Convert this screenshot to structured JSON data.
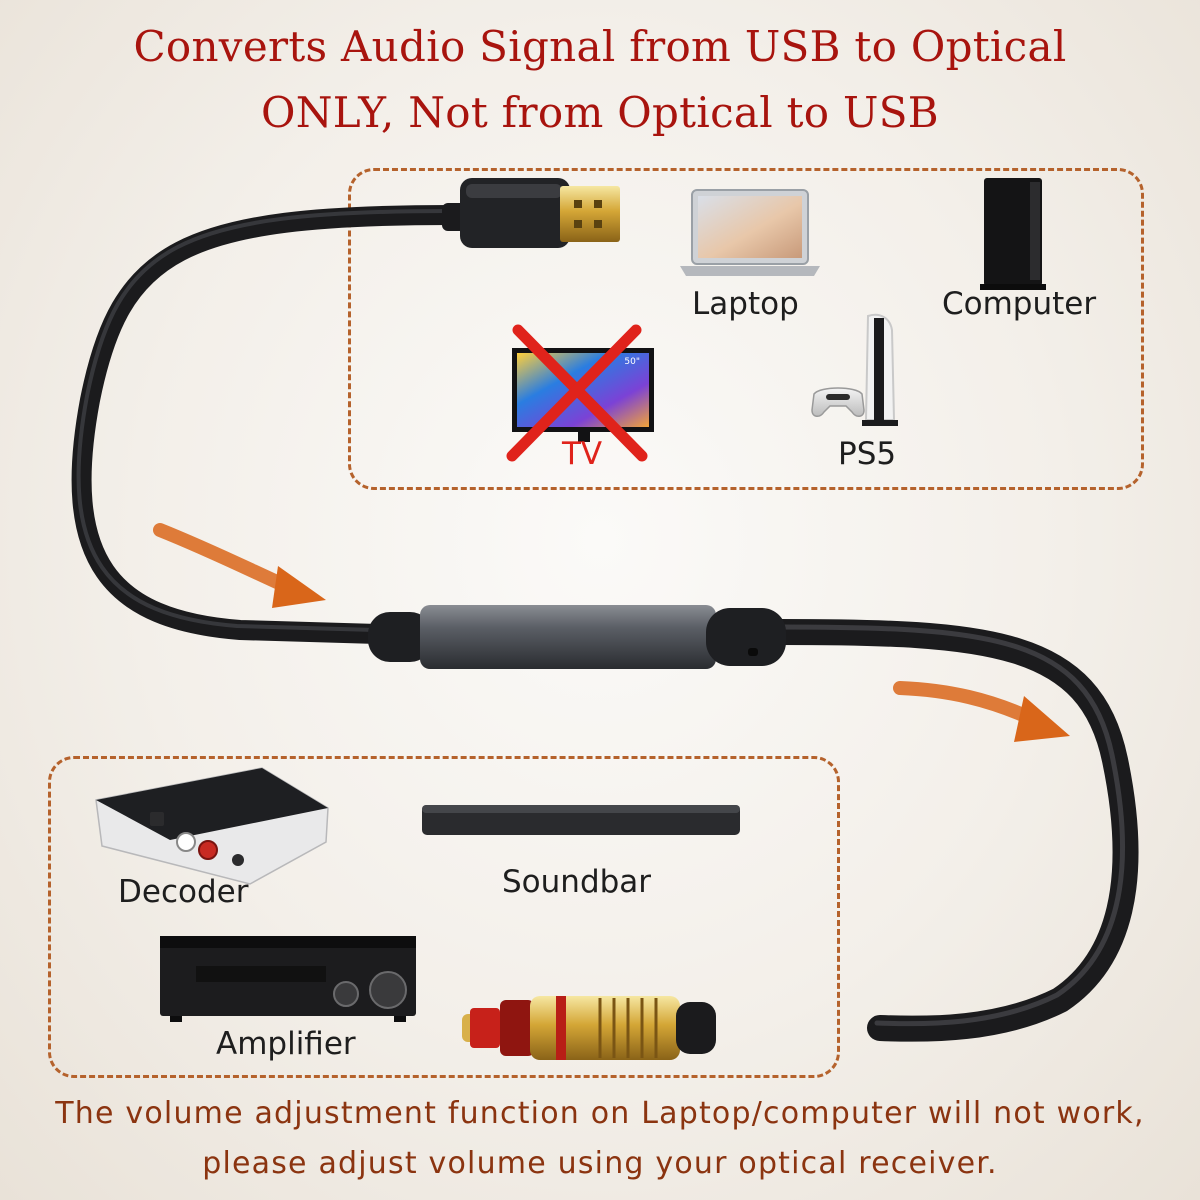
{
  "headline": {
    "line1": "Converts Audio Signal from USB to Optical",
    "line2": "ONLY, Not from Optical to USB"
  },
  "compatible_sources": [
    {
      "label": "Laptop",
      "icon": "laptop-icon",
      "supported": true
    },
    {
      "label": "Computer",
      "icon": "tower-computer-icon",
      "supported": true
    },
    {
      "label": "PS5",
      "icon": "ps5-console-icon",
      "supported": true
    },
    {
      "label": "TV",
      "icon": "tv-icon",
      "supported": false
    }
  ],
  "tv_badge": "50\"",
  "output_devices": [
    {
      "label": "Decoder",
      "icon": "decoder-icon"
    },
    {
      "label": "Soundbar",
      "icon": "soundbar-icon"
    },
    {
      "label": "Amplifier",
      "icon": "amplifier-icon"
    }
  ],
  "footer": {
    "line1": "The volume adjustment function on Laptop/computer will not work,",
    "line2": "please adjust volume using your optical receiver."
  },
  "colors": {
    "headline": "#a8140e",
    "dashed_border": "#b5622c",
    "arrow": "#d9661a",
    "cross": "#e0231b",
    "footer": "#8b3410"
  }
}
